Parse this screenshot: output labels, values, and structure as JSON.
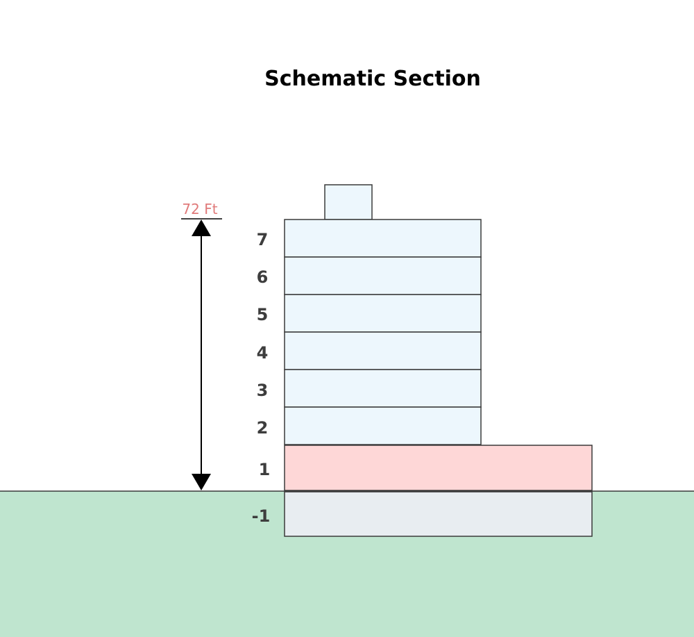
{
  "title": "Schematic Section",
  "height_label": "72 Ft",
  "colors": {
    "ground": "#bfe5cf",
    "upper_floor": "#edf7fd",
    "ground_floor": "#fed7d7",
    "basement": "#e8edf1",
    "outline": "#3a3a3a",
    "height_label": "#e07a7a",
    "arrow": "#000000"
  },
  "floors": [
    {
      "id": "penthouse",
      "label": "",
      "kind": "upper"
    },
    {
      "id": "floor-7",
      "label": "7",
      "kind": "upper"
    },
    {
      "id": "floor-6",
      "label": "6",
      "kind": "upper"
    },
    {
      "id": "floor-5",
      "label": "5",
      "kind": "upper"
    },
    {
      "id": "floor-4",
      "label": "4",
      "kind": "upper"
    },
    {
      "id": "floor-3",
      "label": "3",
      "kind": "upper"
    },
    {
      "id": "floor-2",
      "label": "2",
      "kind": "upper"
    },
    {
      "id": "floor-1",
      "label": "1",
      "kind": "ground"
    },
    {
      "id": "floor-basement",
      "label": "-1",
      "kind": "basement"
    }
  ]
}
